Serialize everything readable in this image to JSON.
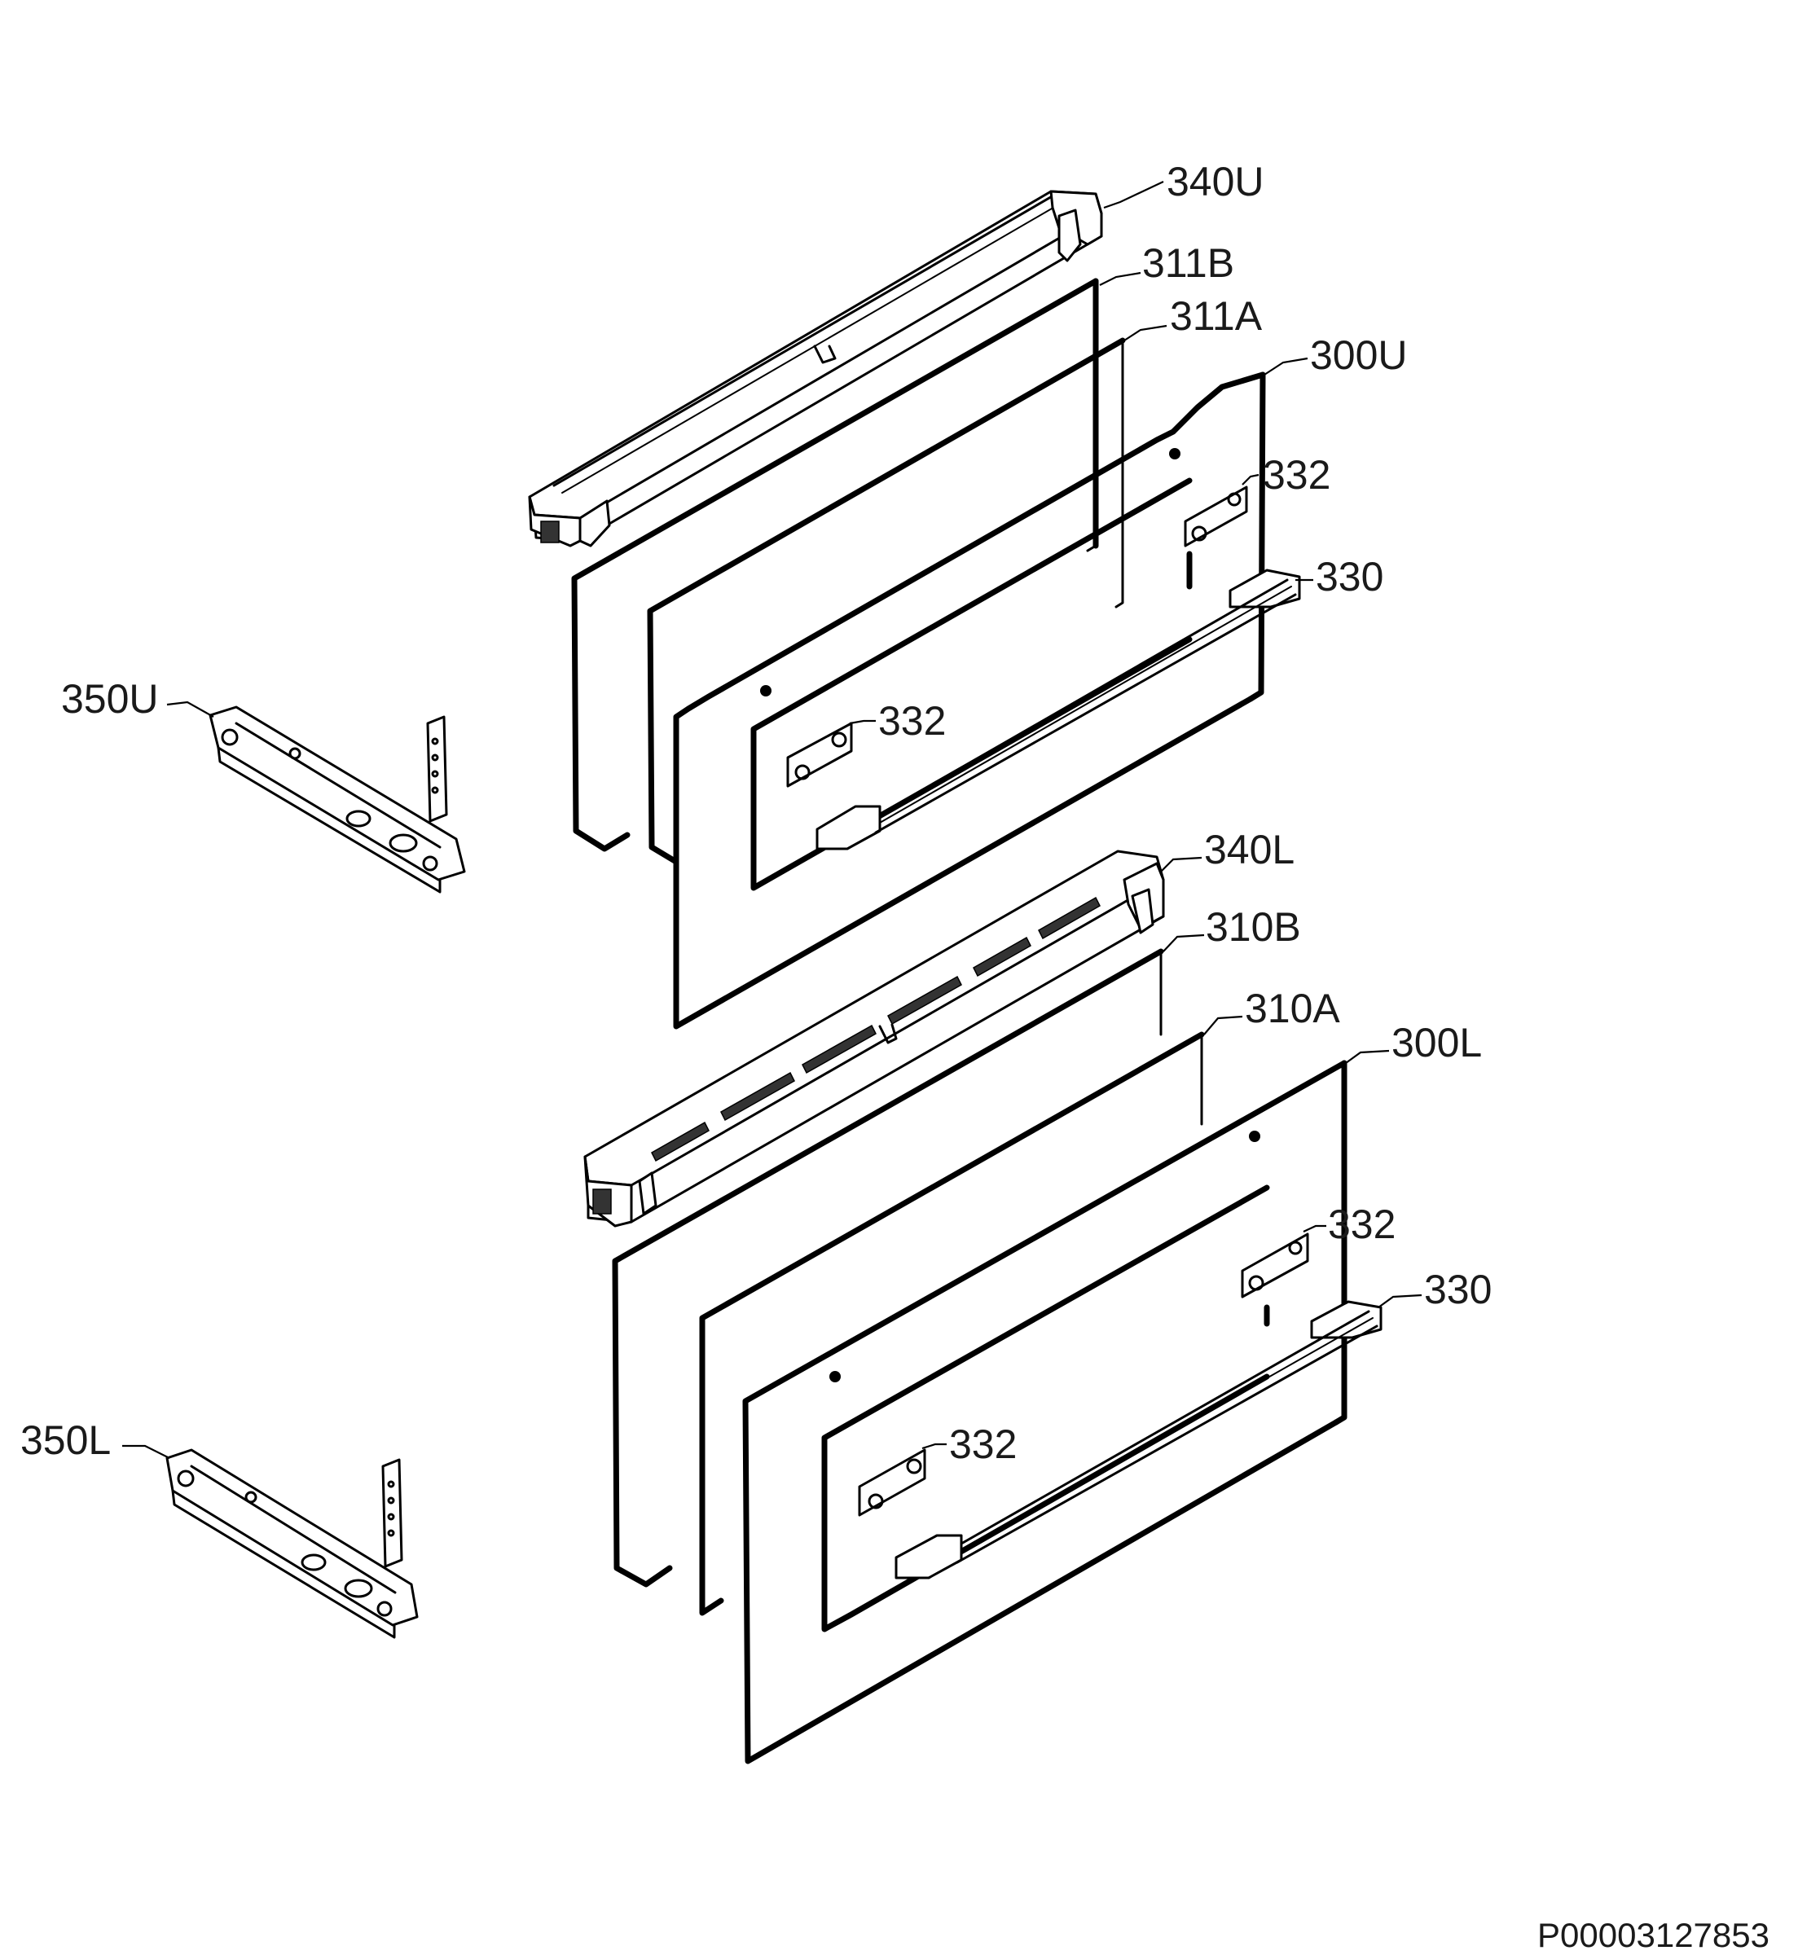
{
  "callouts": {
    "c340U": "340U",
    "c311B": "311B",
    "c311A": "311A",
    "c300U": "300U",
    "c332_u_right": "332",
    "c330_u": "330",
    "c350U": "350U",
    "c332_u_left": "332",
    "c340L": "340L",
    "c310B": "310B",
    "c310A": "310A",
    "c300L": "300L",
    "c332_l_right": "332",
    "c330_l": "330",
    "c350L": "350L",
    "c332_l_left": "332"
  },
  "reference_code": "P00003127853"
}
